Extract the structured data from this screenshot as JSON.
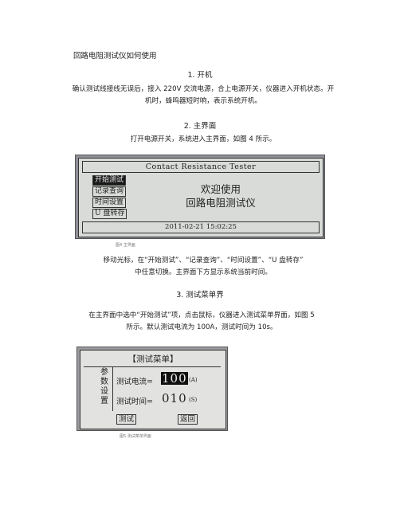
{
  "doc": {
    "title": "回路电阻测试仪如何使用",
    "sections": [
      {
        "heading": "1. 开机",
        "lines": [
          "确认测试线接线无误后，接入 220V 交流电源，合上电源开关，仪器进入开机状态。开",
          "机时，蜂鸣器短时响，表示系统开机。"
        ]
      },
      {
        "heading": "2. 主界面",
        "lines": [
          "打开电源开关，系统进入主界面，如图 4 所示。"
        ]
      },
      {
        "heading": "3. 测试菜单界",
        "lines": [
          "在主界面中选中“开始测试”项，点击鼠标，仪器进入测试菜单界面，如图 5",
          "所示。默认测试电流为 100A，测试时间为 10s。"
        ]
      }
    ],
    "after_fig4": [
      "移动光标，在“开始测试”、“记录查询”、“时间设置”、“U 盘转存”",
      "中任意切换。主界面下方显示系统当前时间。"
    ]
  },
  "fig4": {
    "header": "Contact Resistance Tester",
    "menu": [
      "开始测试",
      "记录查询",
      "时间设置",
      "U 盘转存"
    ],
    "welcome1": "欢迎使用",
    "welcome2": "回路电阻测试仪",
    "datetime": "2011-02-21   15:02:25",
    "caption": "图4  主界面"
  },
  "fig5": {
    "title": "【测试菜单】",
    "side_label": [
      "参",
      "数",
      "设",
      "置"
    ],
    "current_label": "测试电流=",
    "current_value": "100",
    "current_unit": "(A)",
    "time_label": "测试时间=",
    "time_value": "010",
    "time_unit": "(S)",
    "btn_test": "测试",
    "btn_back": "返回",
    "caption": "图5  测试菜单界面"
  }
}
